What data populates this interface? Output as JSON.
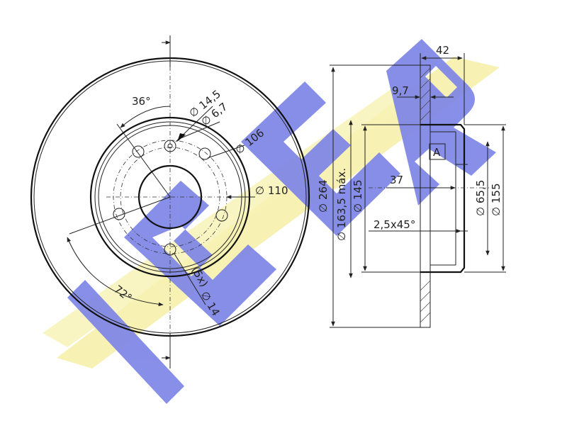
{
  "brand": {
    "watermark": "ICER",
    "colors": {
      "blue": "#7d85e6",
      "yellow": "#f7f2b4"
    }
  },
  "dimensions": {
    "hole_angle": "36°",
    "hole_dia": "14,5",
    "small_hole_dia": "6,7",
    "pcd": "106",
    "centering": "110",
    "bolt_angle": "72°",
    "bolt_count": "(5x)",
    "bolt_dia": "14",
    "outer_dia": "264",
    "max_dia": "163,5 máx.",
    "hat_dia": "145",
    "total_height": "42",
    "disc_thickness": "9,7",
    "hat_depth": "37",
    "chamfer": "2,5x45°",
    "inner_dia": "65,5",
    "hub_dia": "155",
    "datum": "A"
  },
  "symbols": {
    "diameter": "∅"
  }
}
